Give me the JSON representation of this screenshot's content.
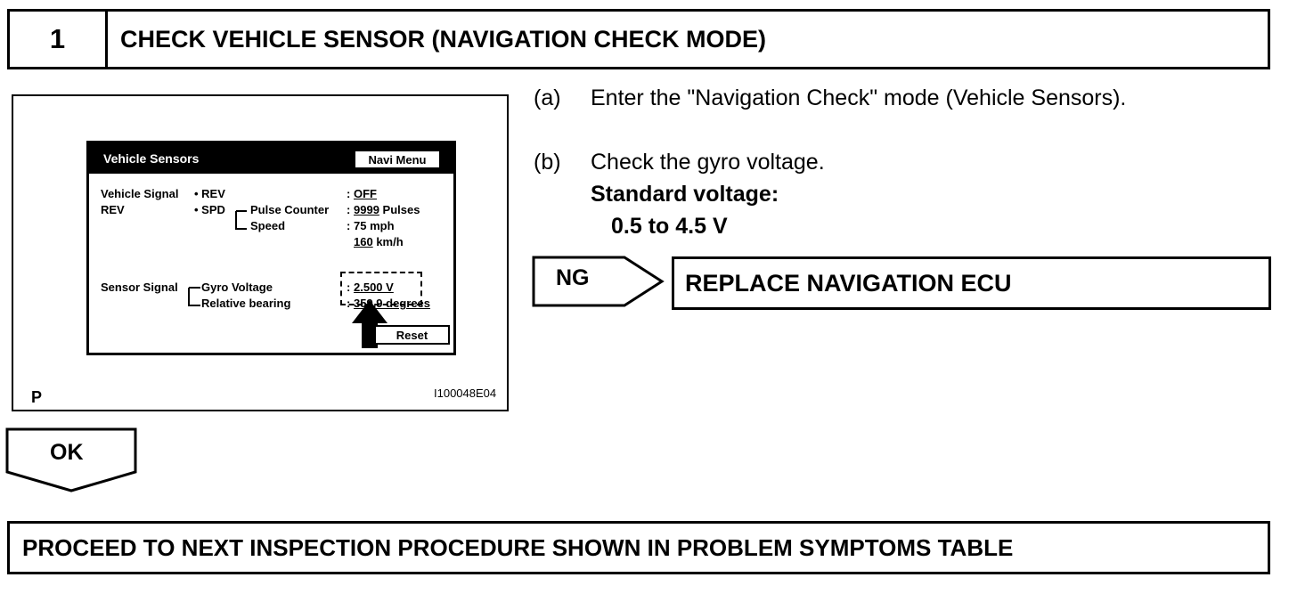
{
  "header": {
    "step_number": "1",
    "title": "CHECK VEHICLE SENSOR (NAVIGATION CHECK MODE)"
  },
  "figure": {
    "screen_title": "Vehicle Sensors",
    "navi_menu_button": "Navi Menu",
    "row1_label": "Vehicle Signal",
    "row1_item": "• REV",
    "row1_value": "OFF",
    "row2_label": "REV",
    "row2_item": "• SPD",
    "pulse_counter_label": "Pulse Counter",
    "pulse_value": "9999",
    "pulse_unit": " Pulses",
    "speed_label": "Speed",
    "speed_mph": "75 mph",
    "speed_kmh_value": "160",
    "speed_kmh_unit": " km/h",
    "sensor_signal_label": "Sensor Signal",
    "gyro_voltage_label": "Gyro Voltage",
    "gyro_voltage_value": "2.500 V",
    "relative_bearing_label": "Relative bearing",
    "relative_bearing_value": "359.9 degrees",
    "reset_button": "Reset",
    "colon": ":",
    "corner_label": "P",
    "figure_code": "I100048E04"
  },
  "steps": {
    "a_marker": "(a)",
    "a_text": "Enter the \"Navigation Check\" mode (Vehicle Sensors).",
    "b_marker": "(b)",
    "b_text": "Check the gyro voltage.",
    "standard_label": "Standard voltage:",
    "standard_value": "0.5 to 4.5 V"
  },
  "ng": {
    "tag": "NG",
    "result": "REPLACE NAVIGATION ECU"
  },
  "ok": {
    "tag": "OK",
    "result": "PROCEED TO NEXT INSPECTION PROCEDURE SHOWN IN PROBLEM SYMPTOMS TABLE"
  }
}
